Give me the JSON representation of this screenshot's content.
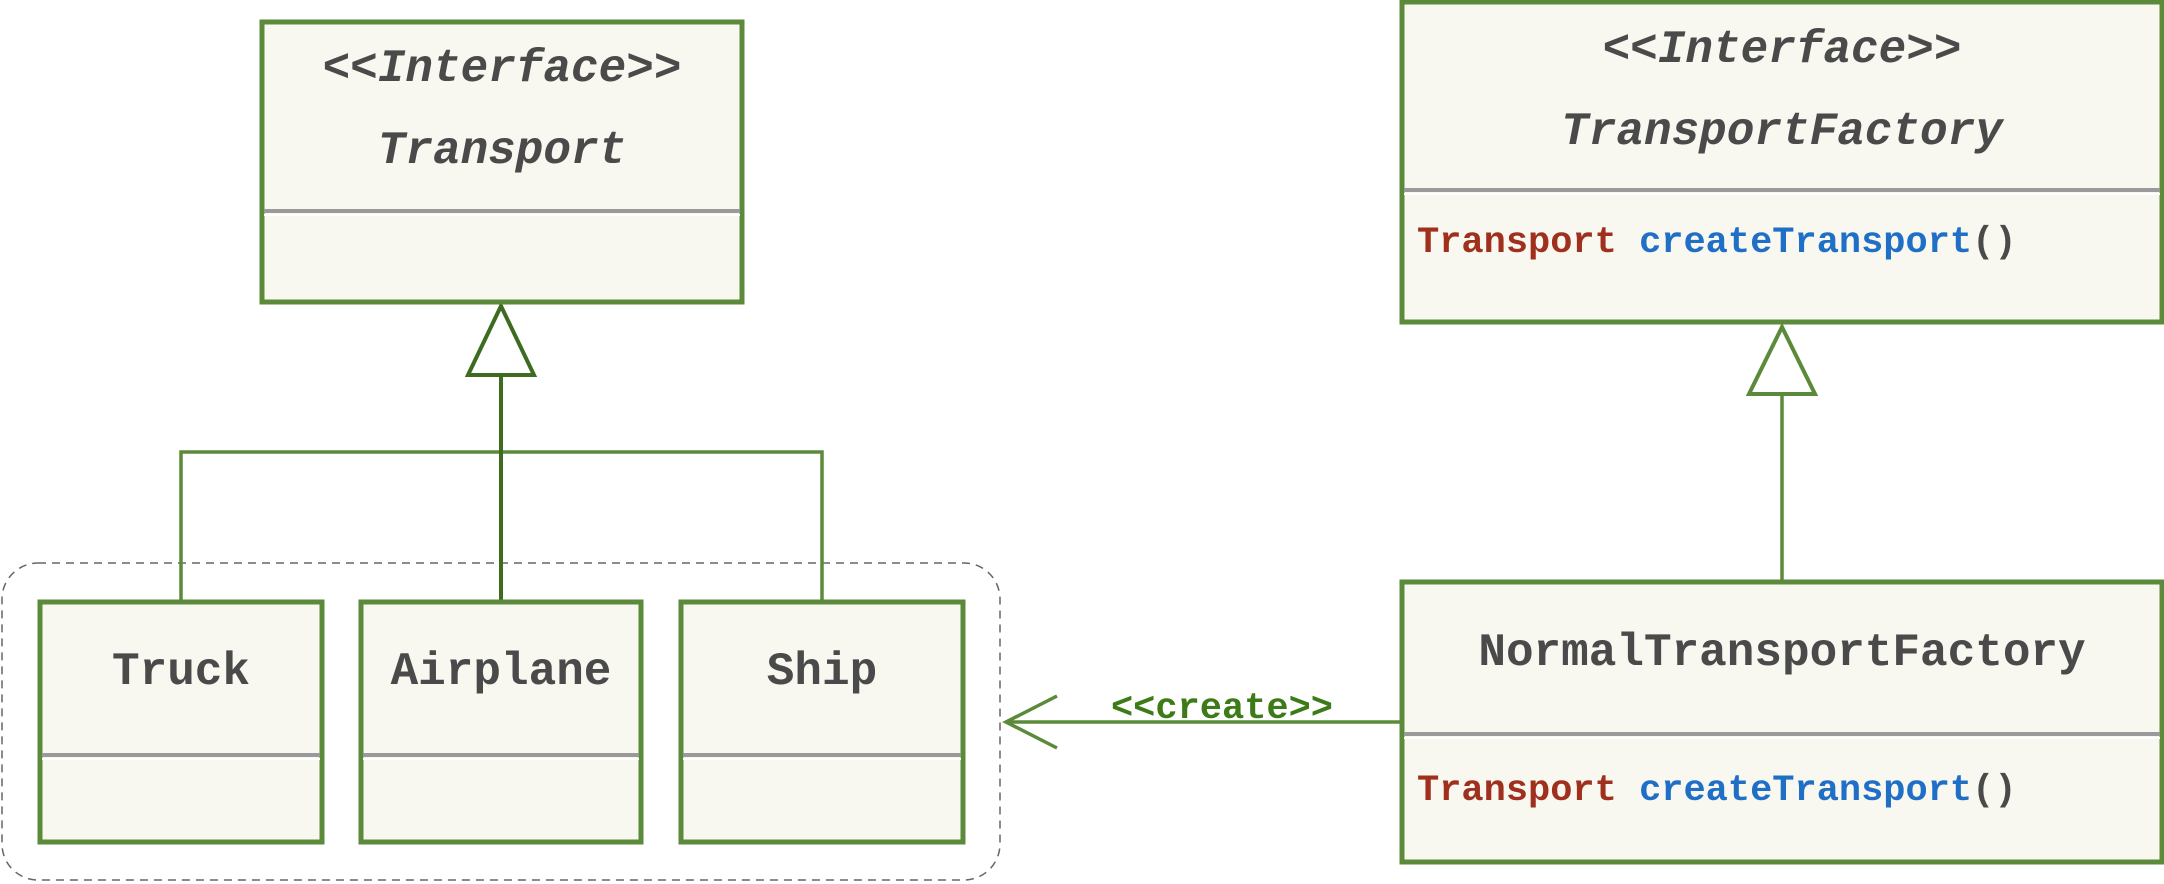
{
  "transport": {
    "stereotype": "<<Interface>>",
    "name": "Transport"
  },
  "transport_factory": {
    "stereotype": "<<Interface>>",
    "name": "TransportFactory",
    "method": {
      "return_type": "Transport",
      "name": "createTransport",
      "params": "()"
    }
  },
  "concrete_products": [
    {
      "name": "Truck"
    },
    {
      "name": "Airplane"
    },
    {
      "name": "Ship"
    }
  ],
  "normal_factory": {
    "name": "NormalTransportFactory",
    "method": {
      "return_type": "Transport",
      "name": "createTransport",
      "params": "()"
    }
  },
  "create_relation": {
    "label": "<<create>>"
  },
  "colors": {
    "border": "#5b8a3a",
    "fill": "#f8f7f0",
    "text": "#4a4a4a",
    "type_keyword": "#a0301e",
    "method_name": "#1f6fc7",
    "edge_label": "#3d7a18"
  }
}
